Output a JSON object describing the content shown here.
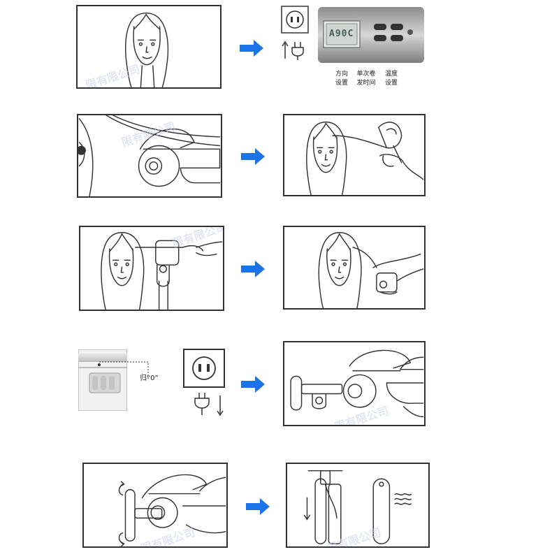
{
  "panel_labels": {
    "direction": [
      "方向",
      "设置"
    ],
    "duration": [
      "单次卷",
      "发时间"
    ],
    "temperature": [
      "温度",
      "设置"
    ]
  },
  "display_text": "A90C",
  "reset_label": "归“0”",
  "watermark": "限有限公司",
  "colors": {
    "arrow": "#1a73e8",
    "stroke": "#333333",
    "device_gray": "#bdbdbd",
    "lcd": "#cfd6d2"
  }
}
